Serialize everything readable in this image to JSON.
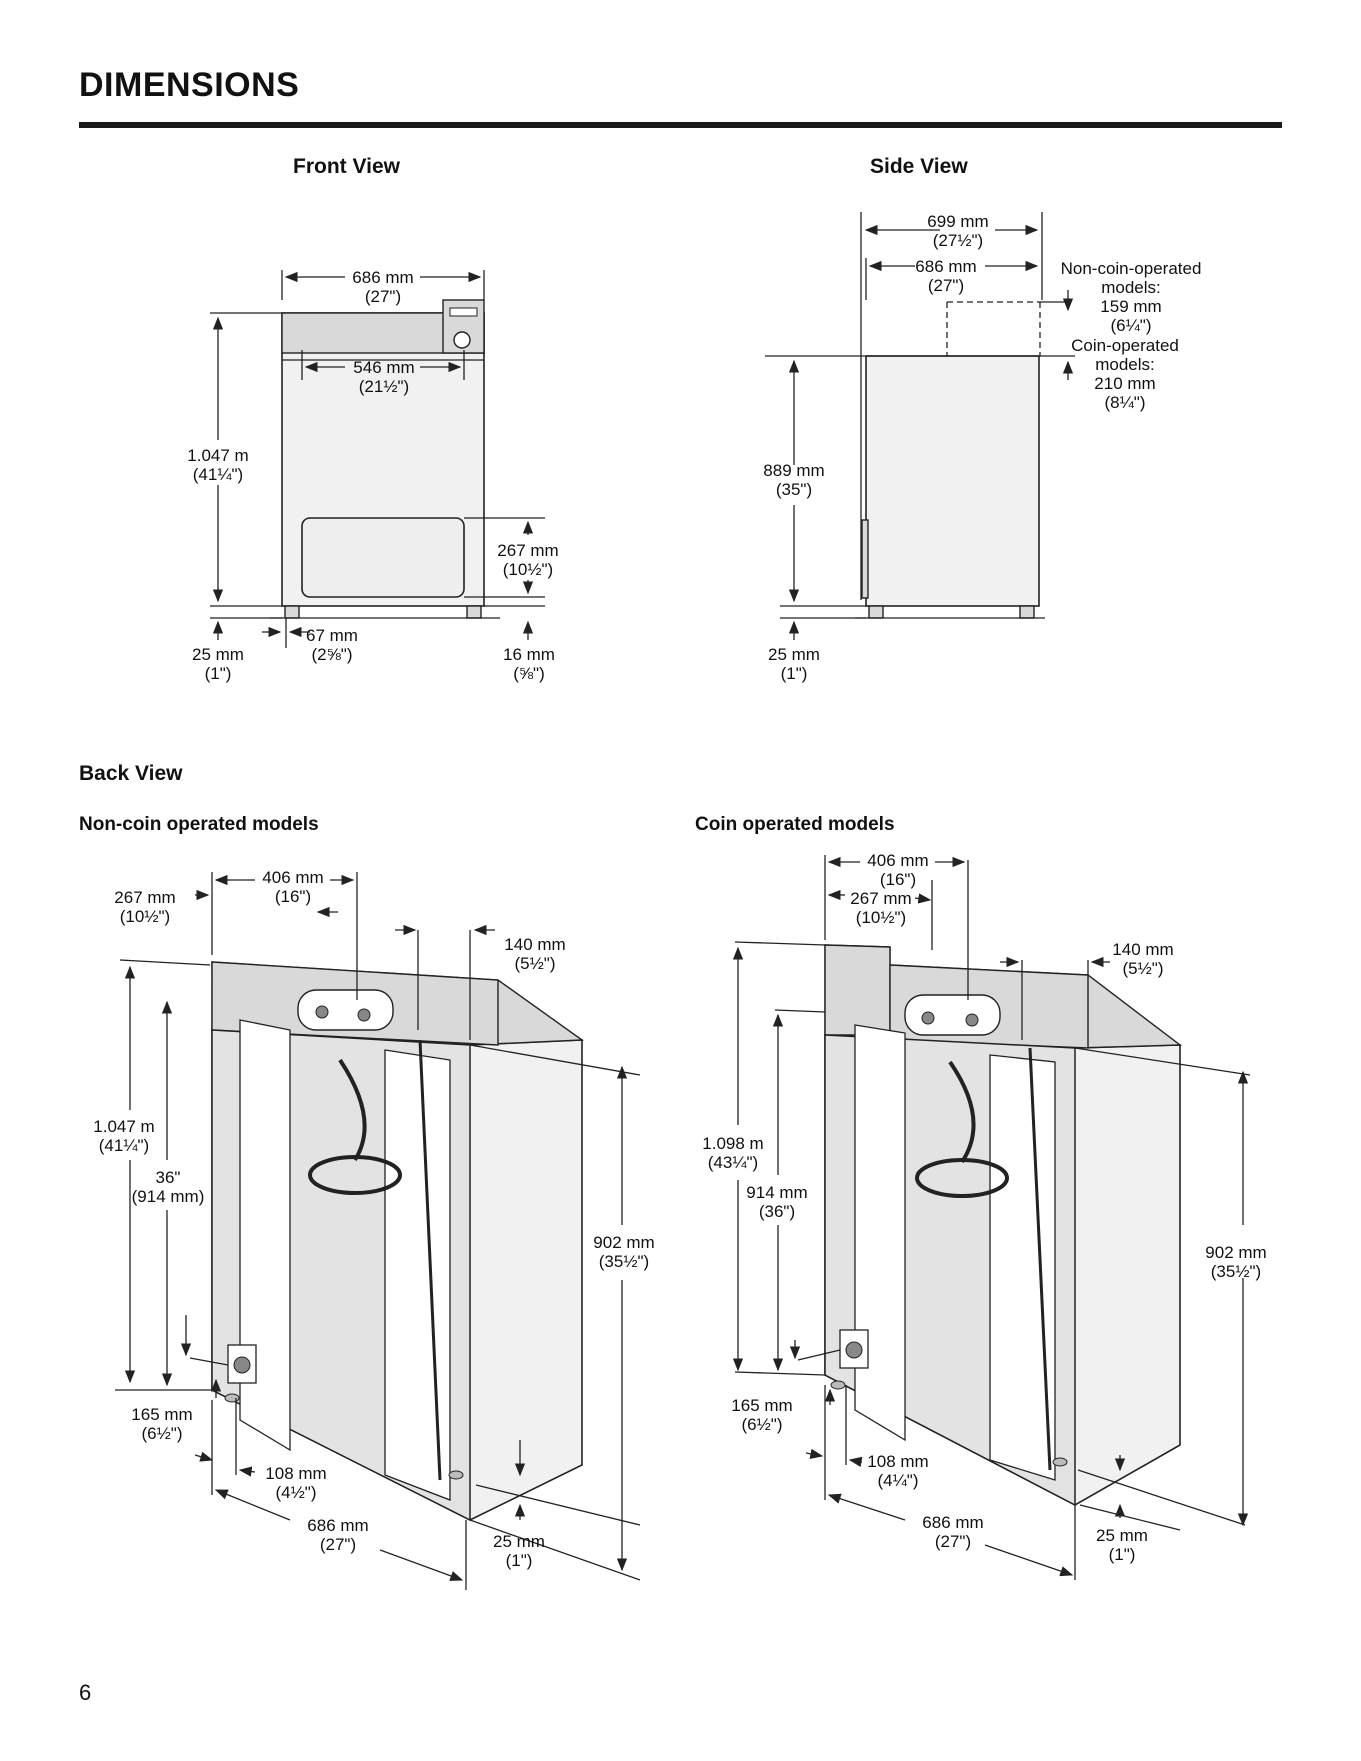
{
  "page": {
    "title": "DIMENSIONS",
    "page_number": "6"
  },
  "front_view": {
    "heading": "Front View",
    "width": [
      "686 mm",
      "(27\")"
    ],
    "height": [
      "1.047 m",
      "(41¼\")"
    ],
    "opening_width": [
      "546 mm",
      "(21½\")"
    ],
    "opening_height": [
      "267 mm",
      "(10½\")"
    ],
    "foot_left": [
      "25 mm",
      "(1\")"
    ],
    "foot_offset": [
      "67 mm",
      "(2⅝\")"
    ],
    "foot_right": [
      "16 mm",
      "(⅝\")"
    ]
  },
  "side_view": {
    "heading": "Side View",
    "depth_overall": [
      "699 mm",
      "(27½\")"
    ],
    "depth": [
      "686 mm",
      "(27\")"
    ],
    "non_coin": [
      "Non-coin-operated",
      "models:",
      "159 mm",
      "(6¼\")"
    ],
    "coin": [
      "Coin-operated",
      "models:",
      "210 mm",
      "(8¼\")"
    ],
    "height": [
      "889 mm",
      "(35\")"
    ],
    "foot": [
      "25 mm",
      "(1\")"
    ]
  },
  "back_view": {
    "heading": "Back View",
    "non_coin": {
      "subheading": "Non-coin operated models",
      "d406": [
        "406 mm",
        "(16\")"
      ],
      "d267": [
        "267 mm",
        "(10½\")"
      ],
      "d140": [
        "140 mm",
        "(5½\")"
      ],
      "height": [
        "1.047 m",
        "(41¼\")"
      ],
      "d36": [
        "36\"",
        "(914 mm)"
      ],
      "d902": [
        "902 mm",
        "(35½\")"
      ],
      "d165": [
        "165 mm",
        "(6½\")"
      ],
      "d108": [
        "108 mm",
        "(4½\")"
      ],
      "d686": [
        "686 mm",
        "(27\")"
      ],
      "d25": [
        "25 mm",
        "(1\")"
      ]
    },
    "coin": {
      "subheading": "Coin operated models",
      "d406": [
        "406 mm",
        "(16\")"
      ],
      "d267": [
        "267 mm",
        "(10½\")"
      ],
      "d140": [
        "140 mm",
        "(5½\")"
      ],
      "height": [
        "1.098 m",
        "(43¼\")"
      ],
      "d914": [
        "914 mm",
        "(36\")"
      ],
      "d902": [
        "902 mm",
        "(35½\")"
      ],
      "d165": [
        "165 mm",
        "(6½\")"
      ],
      "d108": [
        "108 mm",
        "(4¼\")"
      ],
      "d686": [
        "686 mm",
        "(27\")"
      ],
      "d25": [
        "25 mm",
        "(1\")"
      ]
    }
  }
}
